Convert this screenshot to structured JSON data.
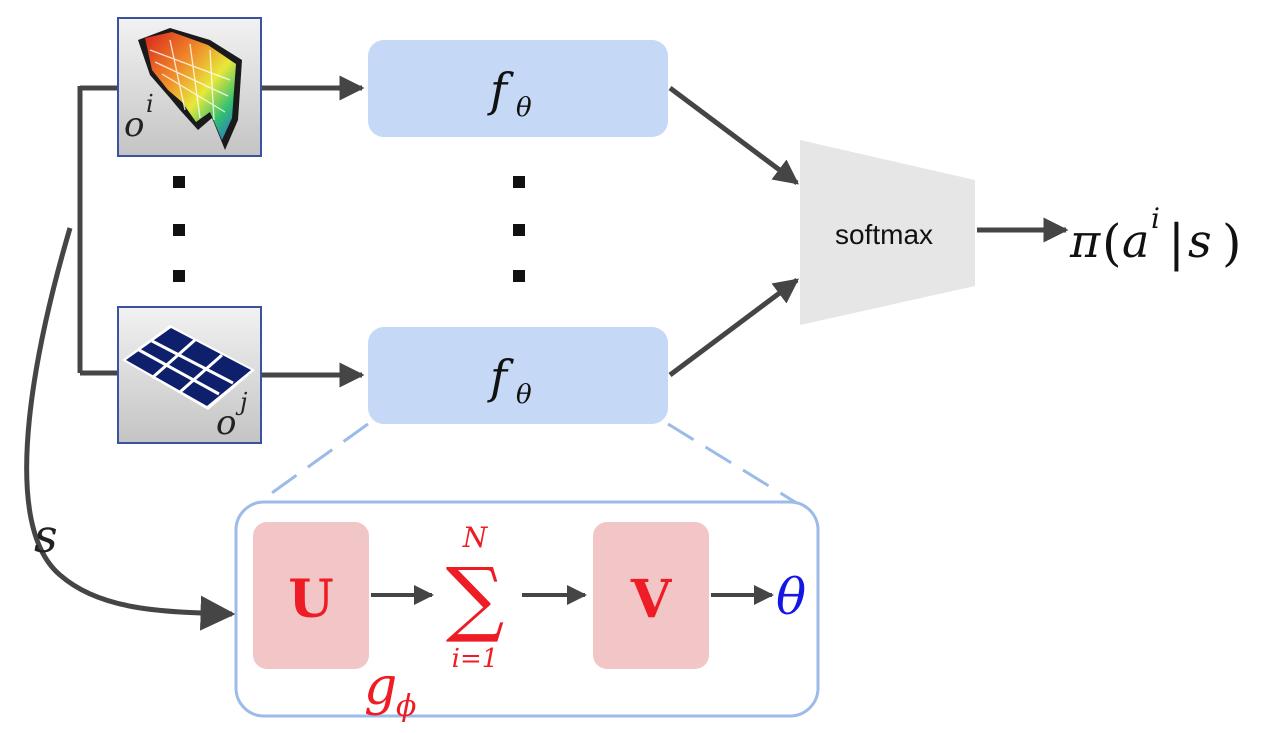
{
  "diagram": {
    "observations": {
      "top": {
        "base": "o",
        "sup": "i",
        "icon": "3d-surface-plot-icon"
      },
      "bottom": {
        "base": "o",
        "sup": "j",
        "icon": "grid-panel-icon"
      }
    },
    "f_block": {
      "base": "f",
      "sub": "θ"
    },
    "softmax": {
      "label": "softmax"
    },
    "output": {
      "pi": "π",
      "open": "(",
      "a": "a",
      "sup": "i",
      "bar": "|",
      "s": "s",
      "close": ")"
    },
    "state_label": "s",
    "hypernet": {
      "u_label": "U",
      "sum_symbol": "∑",
      "sum_upper": "N",
      "sum_lower": "i=1",
      "v_label": "V",
      "theta": "θ",
      "g_base": "g",
      "g_sub": "ϕ"
    },
    "colors": {
      "f_fill": "#c5d8f5",
      "hyper_border": "#9bbbe8",
      "uv_fill": "#f2c5c6",
      "red": "#ee1c24",
      "blue": "#1515e6",
      "arrow": "#454545",
      "softmax_fill": "#e6e6e6"
    }
  }
}
